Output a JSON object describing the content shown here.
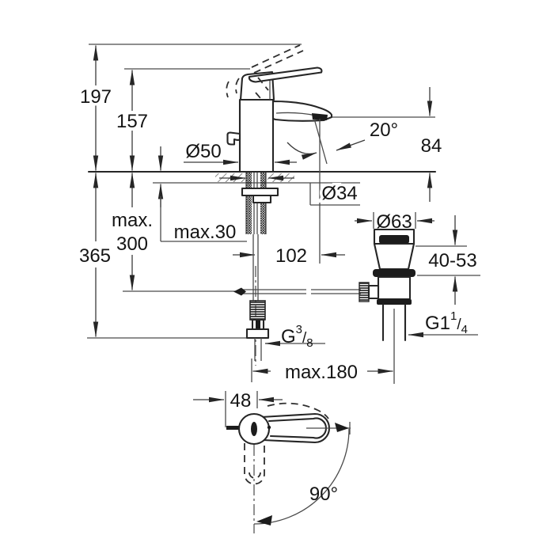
{
  "colors": {
    "background": "#ffffff",
    "line": "#262626",
    "text": "#141414"
  },
  "drawing": {
    "view_main": {
      "total_height": "197",
      "lever_height": "157",
      "body_diameter": "Ø50",
      "spout_angle": "20°",
      "outlet_height": "84",
      "hole_diameter": "Ø34",
      "max_deck_thickness": "max.30",
      "spout_reach": "102",
      "max_label": "max.",
      "max_value": "300",
      "overall_drop": "365"
    },
    "view_drain": {
      "flange_diameter": "Ø63",
      "clamping_range": "40-53",
      "drain_thread": {
        "base": "G1",
        "sup": "1",
        "slash": "/",
        "sub": "4"
      },
      "supply_thread": {
        "base": "G",
        "sup": "3",
        "slash": "/",
        "sub": "8"
      },
      "max_spread": "max.180"
    },
    "view_top": {
      "spout_to_handle": "48",
      "swivel_angle": "90°"
    }
  }
}
